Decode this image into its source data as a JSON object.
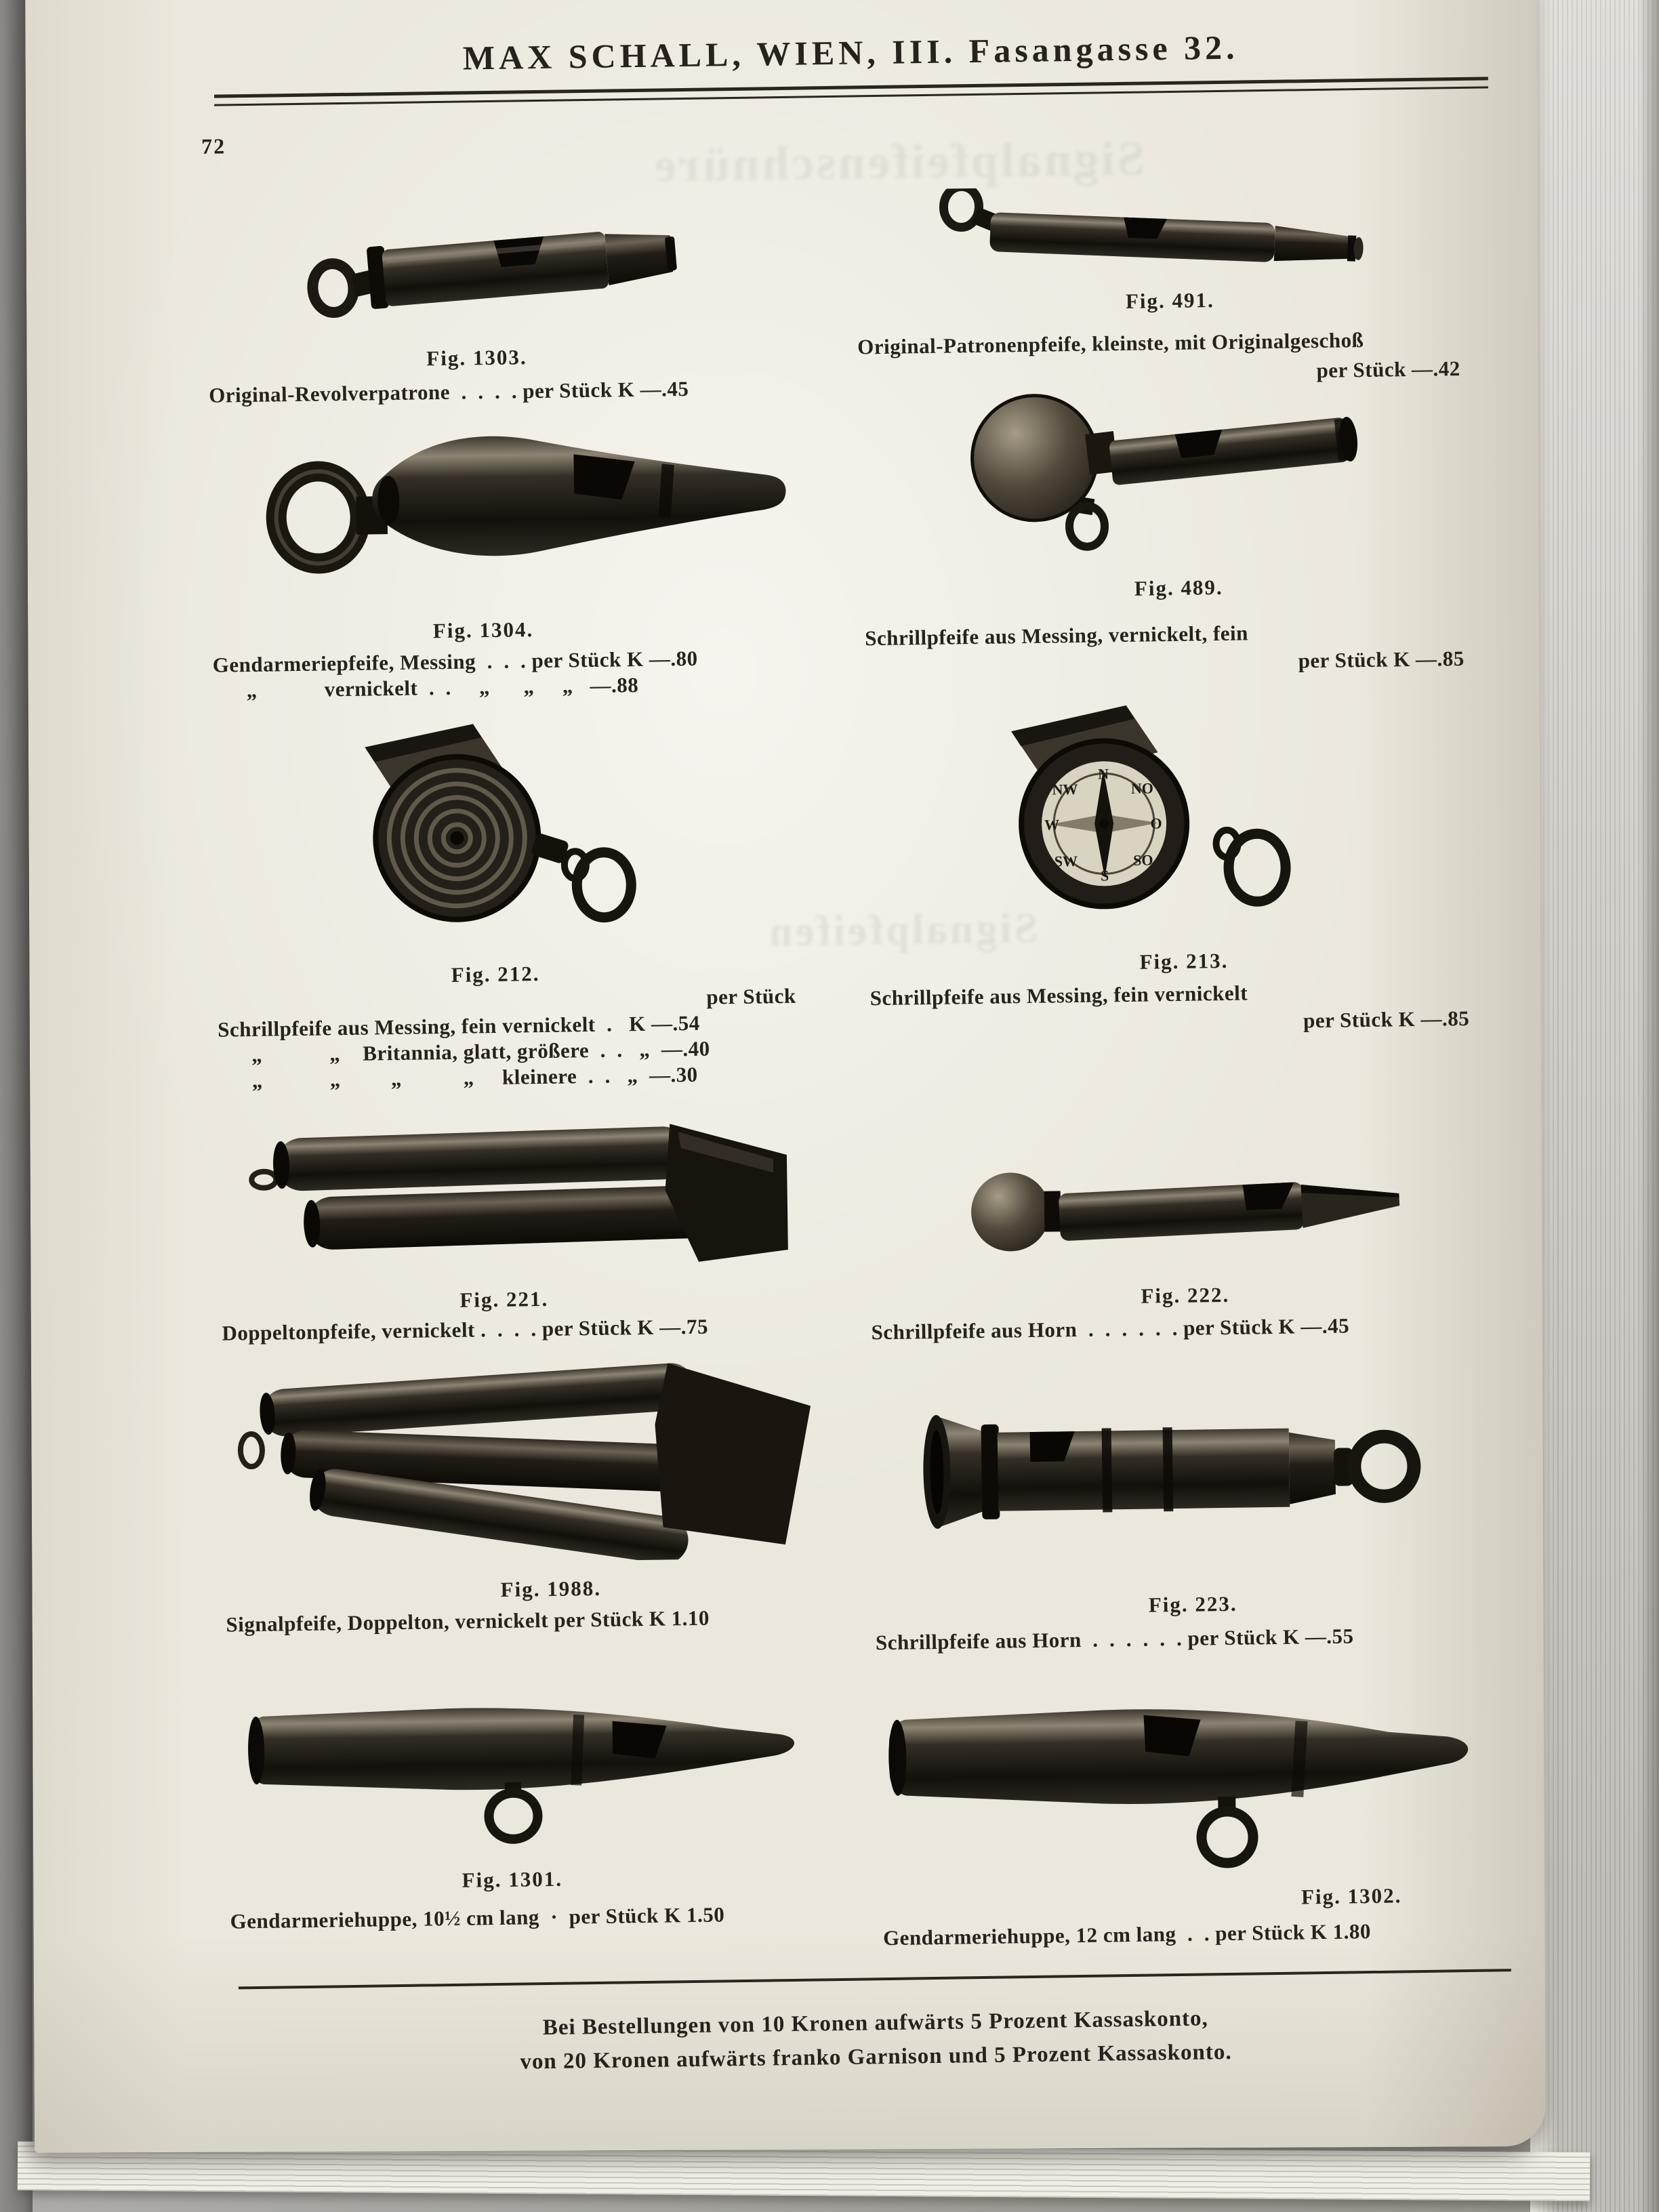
{
  "colors": {
    "paper": "#ebe7dc",
    "ink": "#27221b",
    "photo_background": "#a8a7a3"
  },
  "header": {
    "title": "MAX SCHALL, WIEN, III. Fasangasse 32.",
    "page_number": "72"
  },
  "items": {
    "fig1303": {
      "caption": "Fig. 1303.",
      "bold": "Original-Revolverpatrone",
      "rest": "  .  .  .  . per Stück K —.45"
    },
    "fig491": {
      "caption": "Fig. 491.",
      "bold": "Original-Patronenpfeife,",
      "rest": " kleinste, mit Originalgeschoß",
      "price": "per Stück —.42"
    },
    "fig1304": {
      "caption": "Fig. 1304.",
      "bold": "Gendarmeriepfeife,",
      "rest": " Messing  .  .  . per Stück K —.80",
      "line2": "      „            vernickelt  .  .     „      „     „   —.88"
    },
    "fig489": {
      "caption": "Fig. 489.",
      "bold": "Schrillpfeife",
      "rest": " aus Messing, vernickelt, fein",
      "price": "per Stück K —.85"
    },
    "fig212": {
      "caption": "Fig. 212.",
      "per_stueck": "per Stück",
      "bold": "Schrillpfeife",
      "rest": " aus Messing, fein vernickelt  .   K —.54",
      "line2": "      „            „    Britannia, glatt, größere  .  .   „  —.40",
      "line3": "      „            „         „           „     kleinere  .  .   „  —.30"
    },
    "fig213": {
      "caption": "Fig. 213.",
      "bold": "Schrillpfeife",
      "rest": " aus Messing, fein vernickelt",
      "price": "per Stück K —.85"
    },
    "fig221": {
      "caption": "Fig. 221.",
      "bold": "Doppeltonpfeife,",
      "rest": " vernickelt .  .  .  . per Stück K —.75"
    },
    "fig222": {
      "caption": "Fig. 222.",
      "bold": "Schrillpfeife",
      "rest": " aus Horn  .  .  .  .  .  . per Stück K —.45"
    },
    "fig1988": {
      "caption": "Fig. 1988.",
      "bold": "Signalpfeife,",
      "rest": " Doppelton, vernickelt per Stück K 1.10"
    },
    "fig223": {
      "caption": "Fig. 223.",
      "bold": "Schrillpfeife",
      "rest": " aus Horn  .  .  .  .  .  . per Stück K —.55"
    },
    "fig1301": {
      "caption": "Fig. 1301.",
      "bold": "Gendarmeriehuppe,",
      "rest": " 10½ cm lang  ·  per Stück K 1.50"
    },
    "fig1302": {
      "caption": "Fig. 1302.",
      "bold": "Gendarmeriehuppe,",
      "rest": " 12 cm lang  .  . per Stück K 1.80"
    }
  },
  "footer": {
    "line1": "Bei Bestellungen von 10 Kronen aufwärts 5 Prozent Kassaskonto,",
    "line2": "von 20 Kronen aufwärts franko Garnison und 5 Prozent Kassaskonto."
  },
  "ghost_texts": {
    "top": "Signalpfeifenschnüre",
    "mid": "Signalpfeifen"
  },
  "compass": {
    "n": "N",
    "no": "NO",
    "o": "O",
    "so": "SO",
    "s": "S",
    "sw": "SW",
    "w": "W",
    "nw": "NW"
  }
}
